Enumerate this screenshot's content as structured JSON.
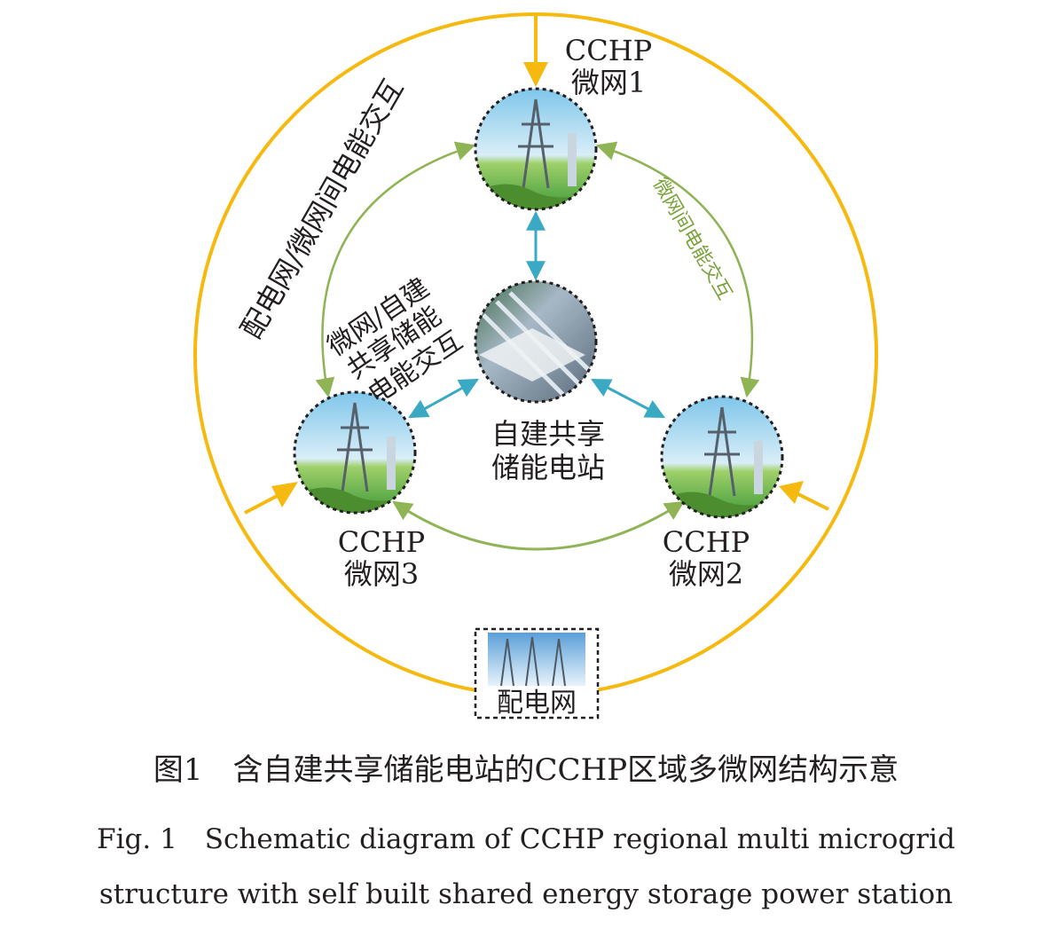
{
  "diagram": {
    "nodes": {
      "microgrid1": {
        "line1": "CCHP",
        "line2": "微网1"
      },
      "microgrid2": {
        "line1": "CCHP",
        "line2": "微网2"
      },
      "microgrid3": {
        "line1": "CCHP",
        "line2": "微网3"
      },
      "storage": {
        "line1": "自建共享",
        "line2": "储能电站"
      },
      "grid": {
        "label": "配电网"
      }
    },
    "edge_labels": {
      "outer": "配电网/微网间电能交互",
      "green": "微网间电能交互",
      "blue": {
        "line1": "微网/自建",
        "line2": "共享储能",
        "line3": "电能交互"
      }
    },
    "colors": {
      "outer_ring": "#f5b90f",
      "green_arrow": "#8fb455",
      "blue_arrow": "#3aa9c4",
      "text": "#231f20",
      "green_text": "#7aa23a"
    }
  },
  "caption": {
    "zh": "图1　含自建共享储能电站的CCHP区域多微网结构示意",
    "en_line1": "Fig. 1　Schematic diagram of CCHP regional multi microgrid",
    "en_line2": "structure with self built shared energy storage power station"
  }
}
